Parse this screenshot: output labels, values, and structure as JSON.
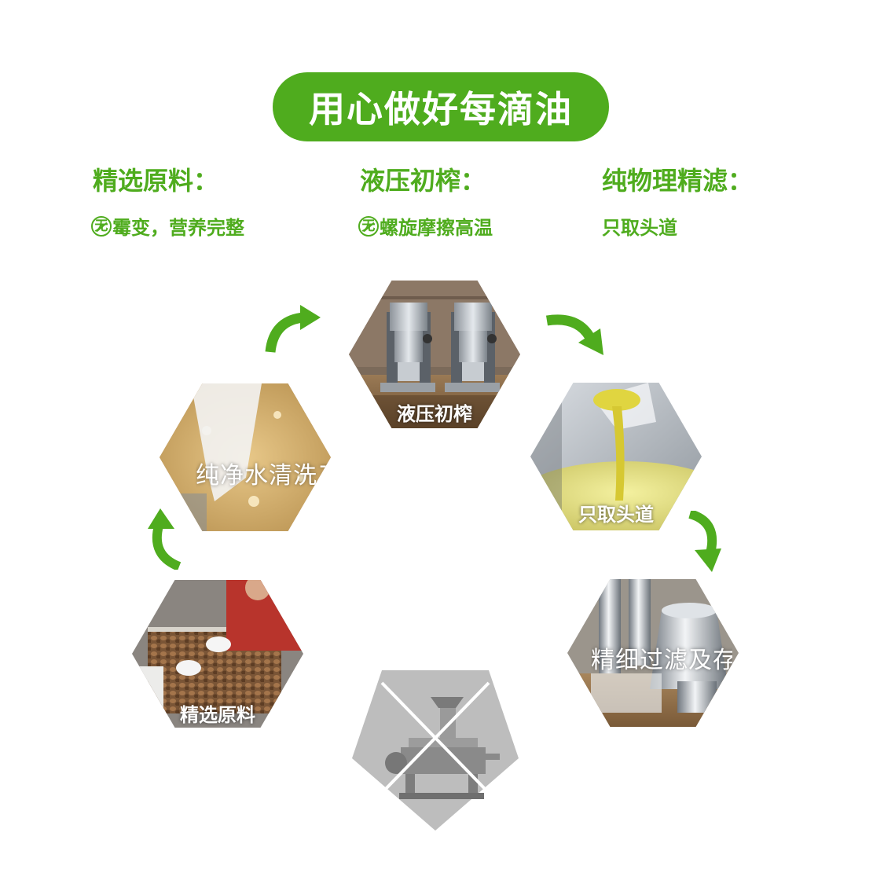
{
  "banner": {
    "title": "用心做好每滴油"
  },
  "features": [
    {
      "title": "精选原料：",
      "desc": "霉变，营养完整"
    },
    {
      "title": "液压初榨：",
      "desc": "螺旋摩擦高温"
    },
    {
      "title": "纯物理精滤：",
      "desc": "只取头道"
    }
  ],
  "steps": {
    "press": "液压初榨",
    "first": "只取头道",
    "filter": "精细过滤及存储",
    "wash": "纯净水清洗三次",
    "select": "精选原料"
  },
  "badge_glyph": "无",
  "colors": {
    "accent": "#4fac1e",
    "rejected_bg": "#bdbdbd"
  }
}
